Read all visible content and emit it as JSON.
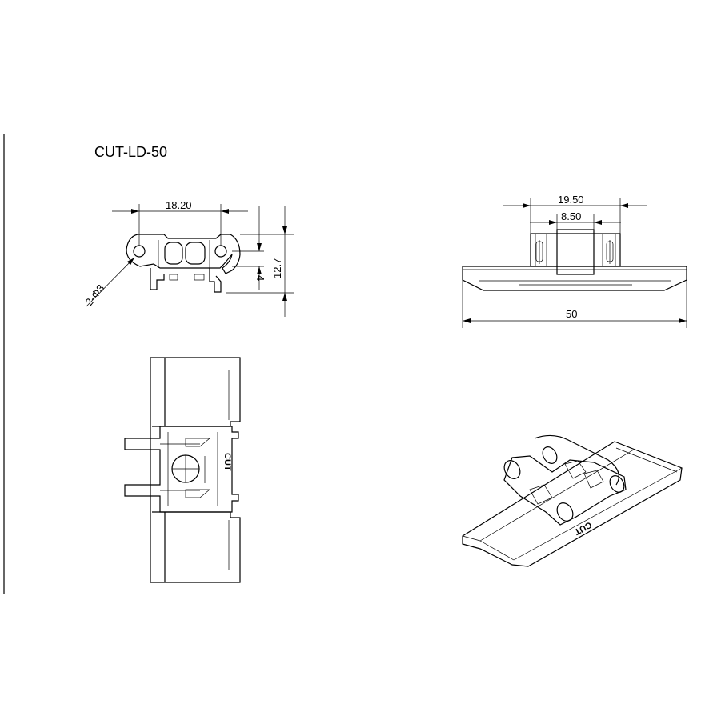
{
  "drawing": {
    "title": "CUT-LD-50",
    "side_view": {
      "pitch": "18.20",
      "hole": "2-Φ3",
      "thickness": "4",
      "height": "12.7"
    },
    "front_view": {
      "outer_width": "19.50",
      "inner_width": "8.50",
      "plate_width": "50"
    },
    "top_view": {
      "brand_mark": "CUT"
    },
    "iso_view": {
      "brand_mark": "CUT"
    }
  }
}
